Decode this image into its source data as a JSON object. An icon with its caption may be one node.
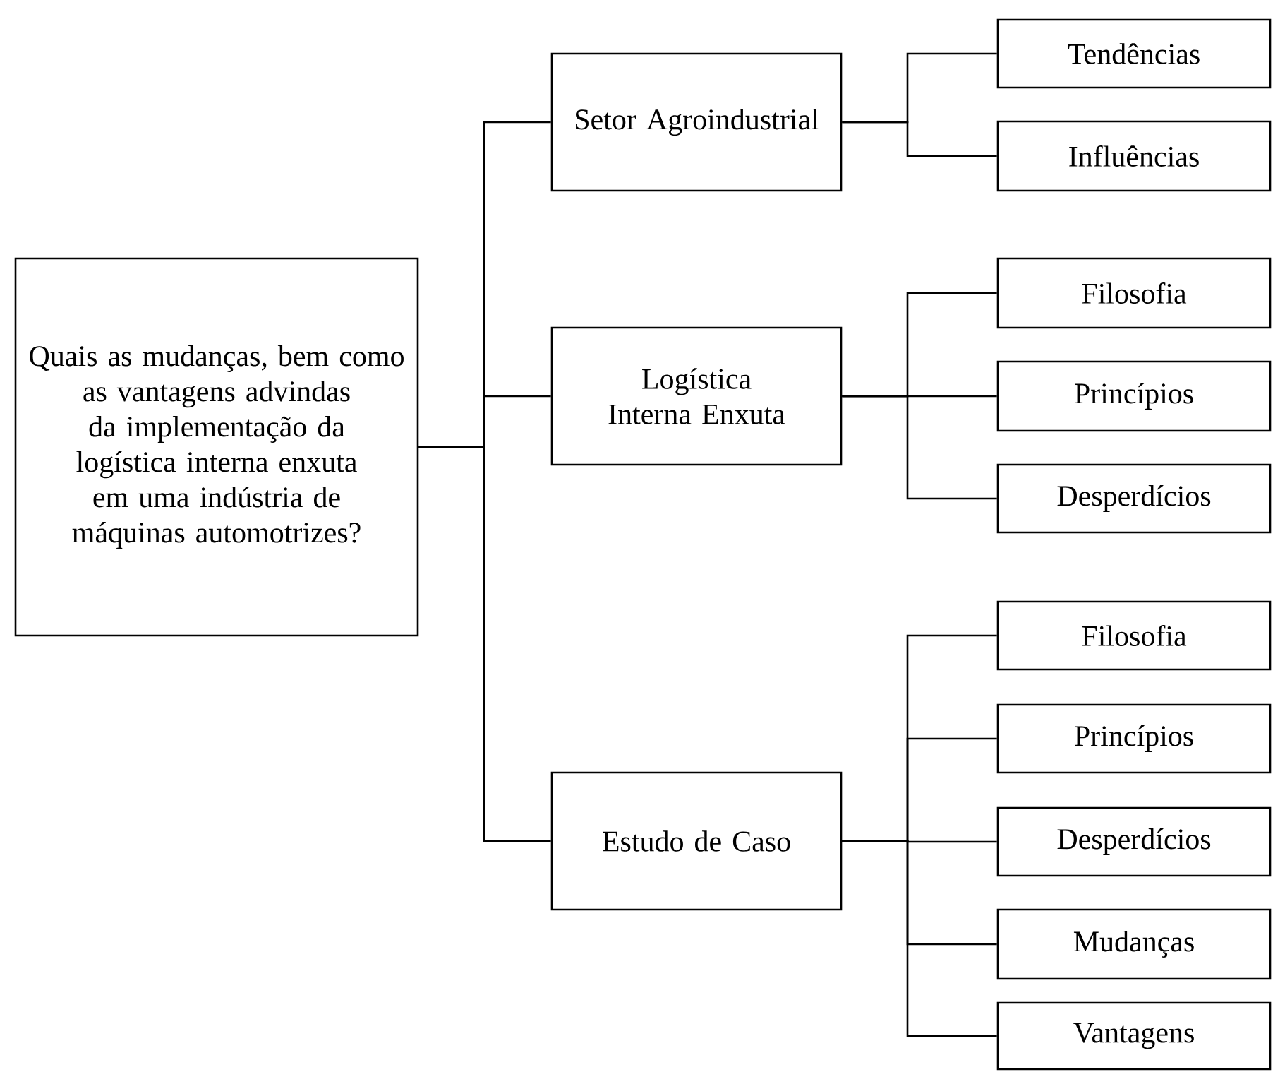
{
  "diagram": {
    "nodes": [
      {
        "text": [
          "Quais as mudanças, bem como as vantagens advindas da implementação da logística interna enxuta em uma indústria de máquinas automotrizes?"
        ]
      },
      {
        "text": [
          "Setor Agroindustrial"
        ]
      },
      {
        "text": [
          "Tendências"
        ]
      },
      {
        "text": [
          "Influências"
        ]
      },
      {
        "text": [
          "Logística Interna Enxuta"
        ]
      },
      {
        "text": [
          "Filosofia"
        ]
      },
      {
        "text": [
          "Princípios"
        ]
      },
      {
        "text": [
          "Desperdícios"
        ]
      },
      {
        "text": [
          "Estudo de Caso"
        ]
      },
      {
        "text": [
          "Filosofia"
        ]
      },
      {
        "text": [
          "Princípios"
        ]
      },
      {
        "text": [
          "Desperdícios"
        ]
      },
      {
        "text": [
          "Mudanças"
        ]
      },
      {
        "text": [
          "Vantagens"
        ]
      }
    ],
    "edges": [
      {
        "from": 0,
        "to": 1,
        "arrow": "none"
      },
      {
        "from": 0,
        "to": 4,
        "arrow": "none"
      },
      {
        "from": 0,
        "to": 8,
        "arrow": "none"
      },
      {
        "from": 1,
        "to": 2,
        "arrow": "none"
      },
      {
        "from": 1,
        "to": 3,
        "arrow": "none"
      },
      {
        "from": 4,
        "to": 5,
        "arrow": "none"
      },
      {
        "from": 4,
        "to": 6,
        "arrow": "none"
      },
      {
        "from": 4,
        "to": 7,
        "arrow": "none"
      },
      {
        "from": 8,
        "to": 9,
        "arrow": "none"
      },
      {
        "from": 8,
        "to": 10,
        "arrow": "none"
      },
      {
        "from": 8,
        "to": 11,
        "arrow": "none"
      },
      {
        "from": 8,
        "to": 12,
        "arrow": "none"
      },
      {
        "from": 8,
        "to": 13,
        "arrow": "none"
      }
    ]
  }
}
